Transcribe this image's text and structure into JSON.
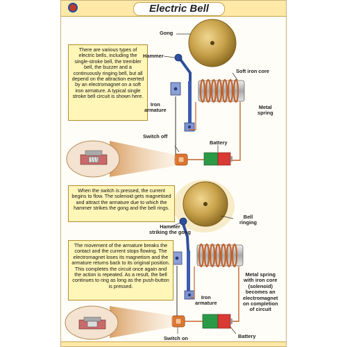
{
  "title": "Electric Bell",
  "notes": {
    "intro": "There are various types of electric bells, including the single-stroke bell, the trembler bell, the buzzer and a continuously ringing bell, but all depend on the attraction exerted by an electromagnet on a soft iron armature. A typical single stroke bell circuit is shown here.",
    "switch_pressed": "When the switch is pressed, the current begins to flow. The solenoid gets magnetised and attract the armature due to which the hammer strikes the gong and the bell rings.",
    "armature_breaks": "The movement of the armature breaks the contact and the current stops flowing. The electromagnet loses its magnetism and the armature returns back to its original position. This completes the circuit once again and the action is repeated. As a result, the bell continues to ring as long as the push-button is pressed."
  },
  "labels": {
    "gong": "Gong",
    "hammer": "Hammer",
    "soft_iron_core": "Soft iron core",
    "iron_armature_top": "Iron\narmature",
    "metal_spring": "Metal\nspring",
    "switch_off": "Switch off",
    "battery_top": "Battery",
    "bell_ringing": "Bell\nringing",
    "hammer_striking": "Hammer\nstriking the gong",
    "iron_armature_bottom": "Iron\narmature",
    "metal_spring_core": "Metal spring\nwith iron core\n(solenoid)\nbecomes an\nelectromagnet\non completion\nof circuit",
    "battery_bottom": "Battery",
    "switch_on": "Switch on"
  }
}
